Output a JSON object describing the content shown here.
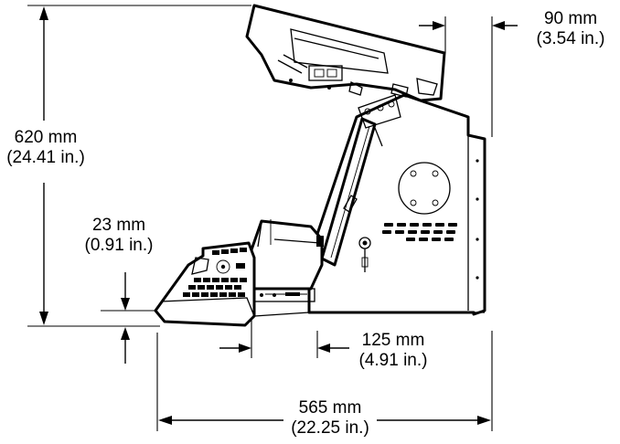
{
  "dimensions": {
    "height": {
      "metric": "620 mm",
      "imperial": "(24.41 in.)"
    },
    "top_overhang": {
      "metric": "90 mm",
      "imperial": "(3.54 in.)"
    },
    "clearance": {
      "metric": "23 mm",
      "imperial": "(0.91 in.)"
    },
    "rear_offset": {
      "metric": "125 mm",
      "imperial": "(4.91 in.)"
    },
    "width": {
      "metric": "565 mm",
      "imperial": "(22.25 in.)"
    }
  }
}
